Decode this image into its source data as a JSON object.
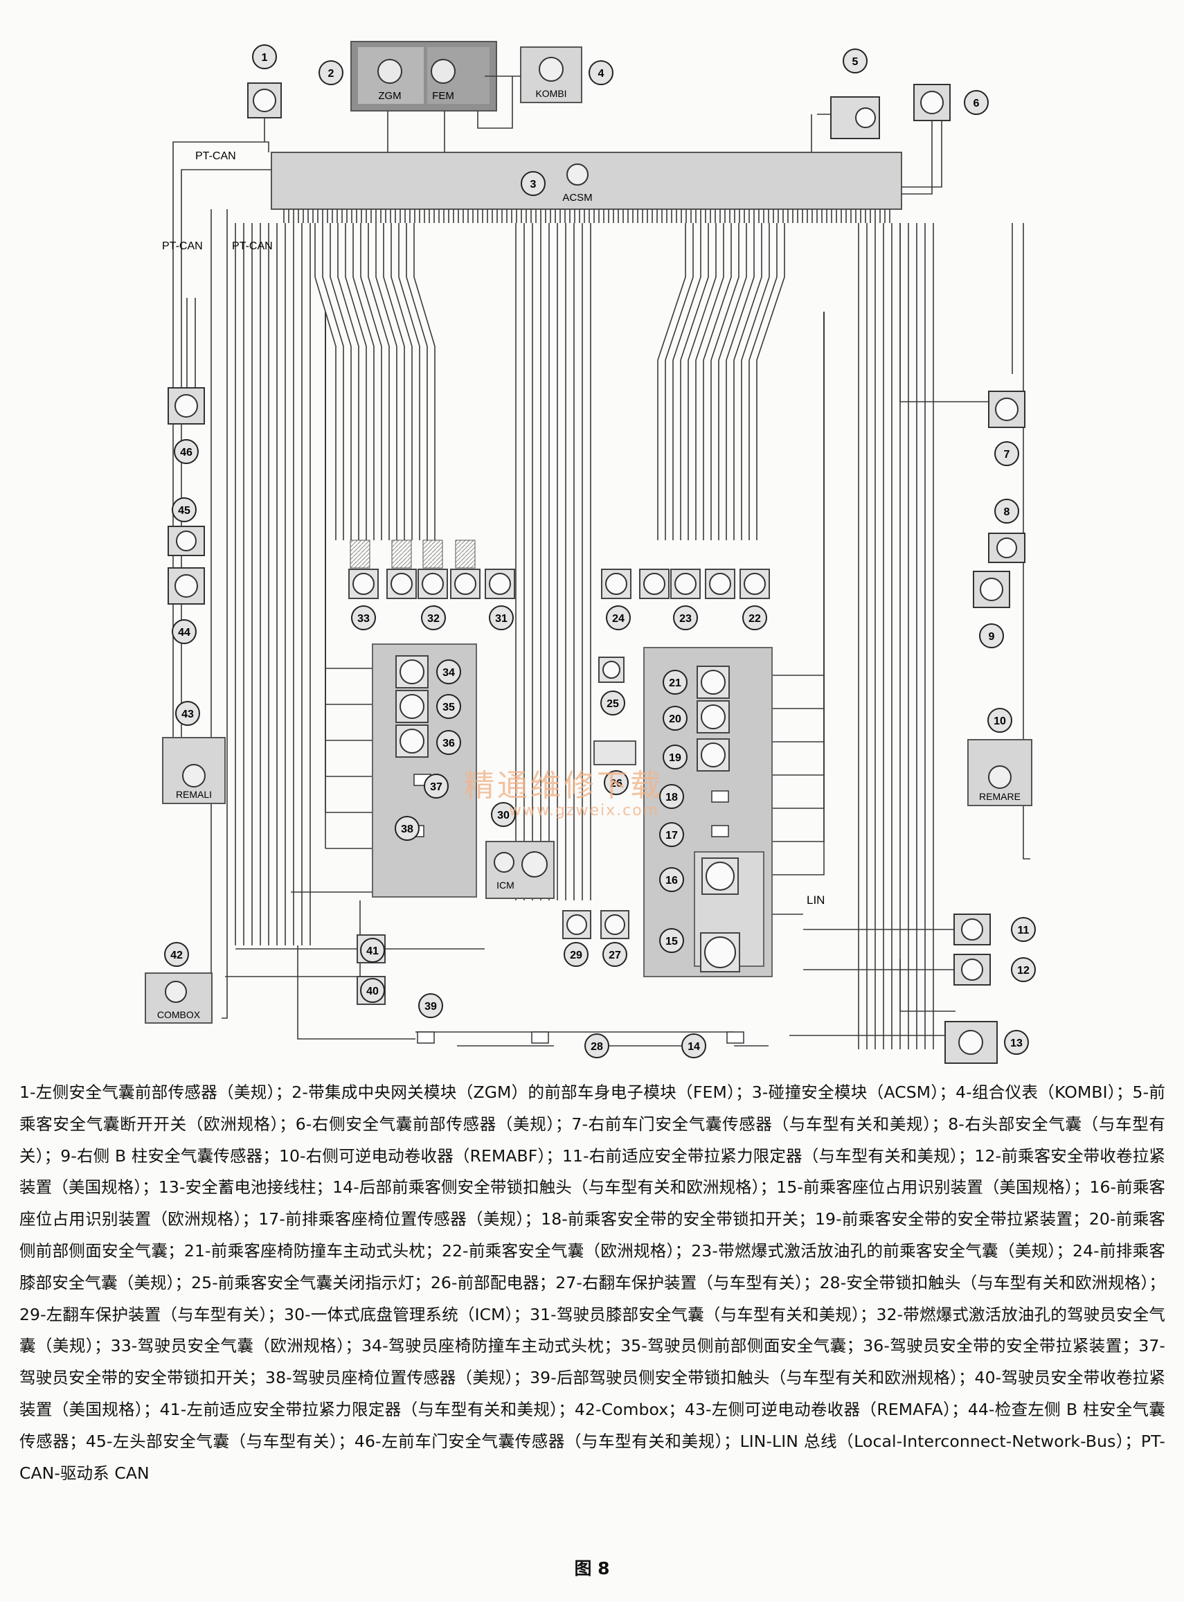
{
  "diagram": {
    "bus_labels": {
      "pt_can_1": "PT-CAN",
      "pt_can_2": "PT-CAN",
      "pt_can_3": "PT-CAN",
      "lin": "LIN"
    },
    "module_labels": {
      "zgm": "ZGM",
      "fem": "FEM",
      "kombi": "KOMBI",
      "acsm": "ACSM",
      "remali": "REMALI",
      "remare": "REMARE",
      "icm": "ICM",
      "combox": "COMBOX"
    },
    "numbers": [
      "1",
      "2",
      "3",
      "4",
      "5",
      "6",
      "7",
      "8",
      "9",
      "10",
      "11",
      "12",
      "13",
      "14",
      "15",
      "16",
      "17",
      "18",
      "19",
      "20",
      "21",
      "22",
      "23",
      "24",
      "25",
      "26",
      "27",
      "28",
      "29",
      "30",
      "31",
      "32",
      "33",
      "34",
      "35",
      "36",
      "37",
      "38",
      "39",
      "40",
      "41",
      "42",
      "43",
      "44",
      "45",
      "46"
    ]
  },
  "watermark": {
    "line1": "精通维修下载",
    "line2": "www.gzweix.com"
  },
  "legend_text": "1-左侧安全气囊前部传感器（美规）；2-带集成中央网关模块（ZGM）的前部车身电子模块（FEM）；3-碰撞安全模块（ACSM）；4-组合仪表（KOMBI）；5-前乘客安全气囊断开开关（欧洲规格）；6-右侧安全气囊前部传感器（美规）；7-右前车门安全气囊传感器（与车型有关和美规）；8-右头部安全气囊（与车型有关）；9-右侧 B 柱安全气囊传感器；10-右侧可逆电动卷收器（REMABF）；11-右前适应安全带拉紧力限定器（与车型有关和美规）；12-前乘客安全带收卷拉紧装置（美国规格）；13-安全蓄电池接线柱；14-后部前乘客侧安全带锁扣触头（与车型有关和欧洲规格）；15-前乘客座位占用识别装置（美国规格）；16-前乘客座位占用识别装置（欧洲规格）；17-前排乘客座椅位置传感器（美规）；18-前乘客安全带的安全带锁扣开关；19-前乘客安全带的安全带拉紧装置；20-前乘客侧前部侧面安全气囊；21-前乘客座椅防撞车主动式头枕；22-前乘客安全气囊（欧洲规格）；23-带燃爆式激活放油孔的前乘客安全气囊（美规）；24-前排乘客膝部安全气囊（美规）；25-前乘客安全气囊关闭指示灯；26-前部配电器；27-右翻车保护装置（与车型有关）；28-安全带锁扣触头（与车型有关和欧洲规格）；29-左翻车保护装置（与车型有关）；30-一体式底盘管理系统（ICM）；31-驾驶员膝部安全气囊（与车型有关和美规）；32-带燃爆式激活放油孔的驾驶员安全气囊（美规）；33-驾驶员安全气囊（欧洲规格）；34-驾驶员座椅防撞车主动式头枕；35-驾驶员侧前部侧面安全气囊；36-驾驶员安全带的安全带拉紧装置；37-驾驶员安全带的安全带锁扣开关；38-驾驶员座椅位置传感器（美规）；39-后部驾驶员侧安全带锁扣触头（与车型有关和欧洲规格）；40-驾驶员安全带收卷拉紧装置（美国规格）；41-左前适应安全带拉紧力限定器（与车型有关和美规）；42-Combox；43-左侧可逆电动卷收器（REMAFA）；44-检查左侧 B 柱安全气囊传感器；45-左头部安全气囊（与车型有关）；46-左前车门安全气囊传感器（与车型有关和美规）；LIN-LIN 总线（Local-Interconnect-Network-Bus）；PT-CAN-驱动系 CAN",
  "caption": "图 8",
  "colors": {
    "panel_gray": "#c9c9c9",
    "module_gray": "#d6d6d6",
    "dark_module": "#8f8f8f",
    "wire": "#3a3a3a",
    "watermark": "#f2b48a"
  }
}
